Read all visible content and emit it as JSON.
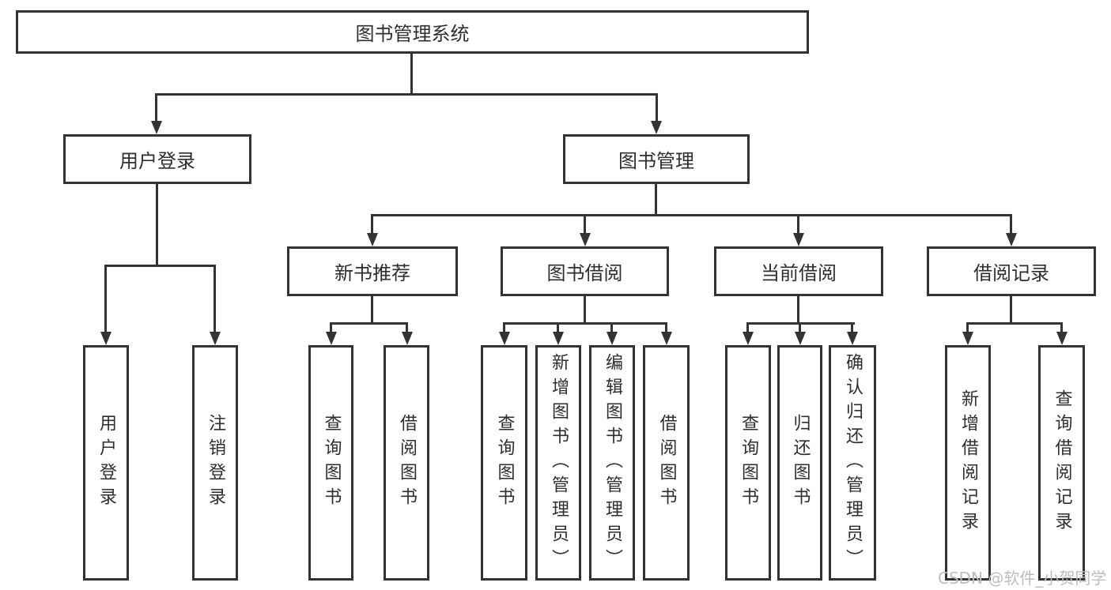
{
  "diagram": {
    "type": "tree",
    "colors": {
      "line": "#333333",
      "box_background": "#ffffff",
      "text": "#2e2e2e",
      "watermark": "#bdbdbd"
    },
    "tree": {
      "root": {
        "label": "图书管理系统",
        "children": [
          {
            "label": "用户登录",
            "children": [
              {
                "label": "用户登录"
              },
              {
                "label": "注销登录"
              }
            ]
          },
          {
            "label": "图书管理",
            "children": [
              {
                "label": "新书推荐",
                "children": [
                  {
                    "label": "查询图书"
                  },
                  {
                    "label": "借阅图书"
                  }
                ]
              },
              {
                "label": "图书借阅",
                "children": [
                  {
                    "label": "查询图书"
                  },
                  {
                    "label": "新增图书（管理员）"
                  },
                  {
                    "label": "编辑图书（管理员）"
                  },
                  {
                    "label": "借阅图书"
                  }
                ]
              },
              {
                "label": "当前借阅",
                "children": [
                  {
                    "label": "查询图书"
                  },
                  {
                    "label": "归还图书"
                  },
                  {
                    "label": "确认归还（管理员）"
                  }
                ]
              },
              {
                "label": "借阅记录",
                "children": [
                  {
                    "label": "新增借阅记录"
                  },
                  {
                    "label": "查询借阅记录"
                  }
                ]
              }
            ]
          }
        ]
      }
    }
  },
  "watermark": {
    "text": "CSDN @软件_小贺同学"
  }
}
